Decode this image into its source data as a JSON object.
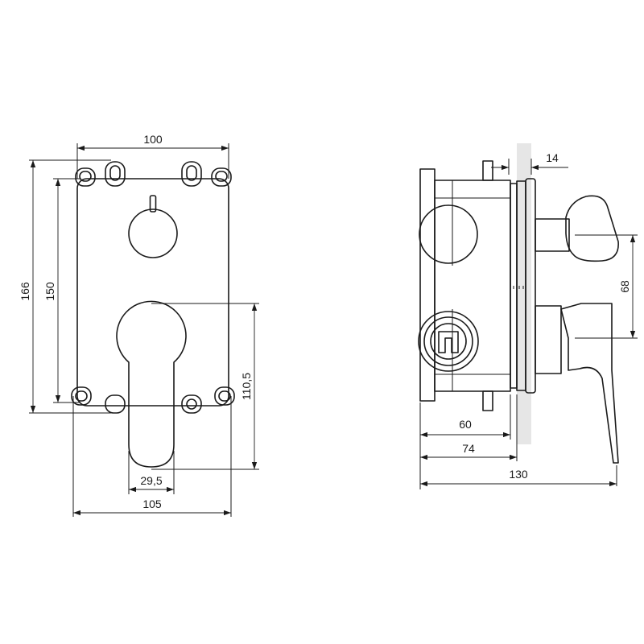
{
  "colors": {
    "line": "#1a1a1a",
    "wall": "#e6e6e6",
    "background": "#ffffff"
  },
  "front_view": {
    "dimensions": {
      "width_top": "100",
      "width_bottom": "105",
      "height_outer": "166",
      "height_inner": "150",
      "handle_height": "110,5",
      "handle_width": "29,5"
    }
  },
  "side_view": {
    "dimensions": {
      "wall_thickness": "14",
      "outlet_spacing": "68",
      "depth_body": "60",
      "depth_min": "74",
      "depth_total": "130"
    }
  }
}
